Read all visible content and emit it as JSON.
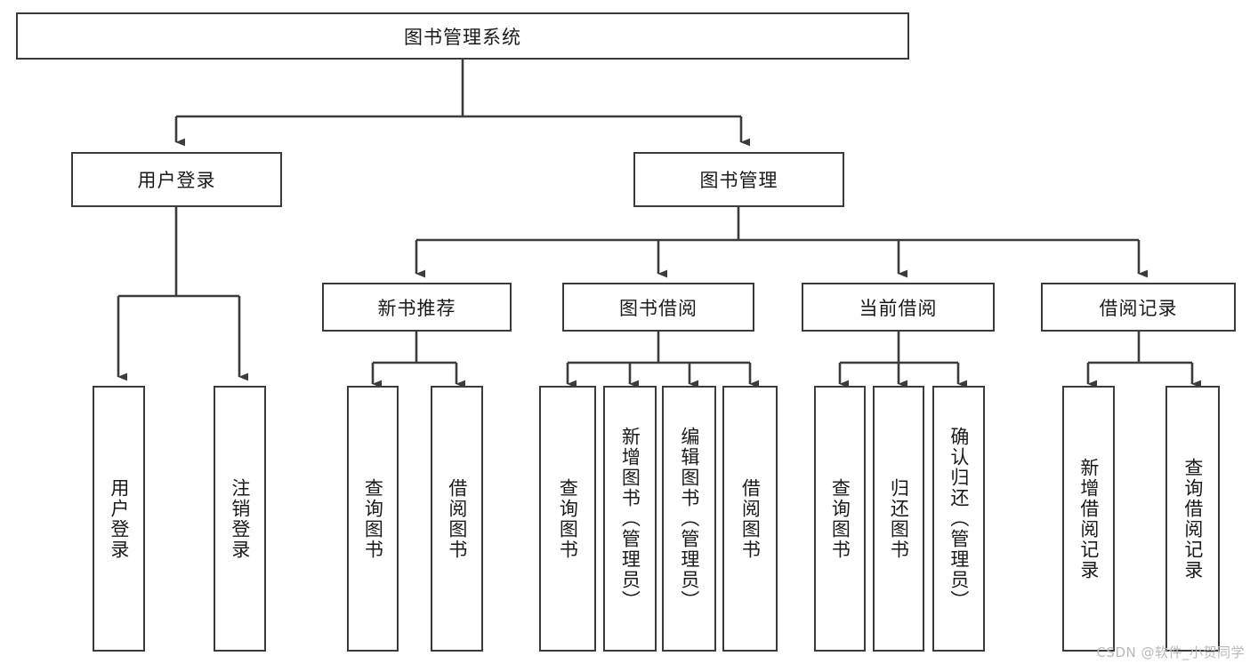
{
  "diagram": {
    "title": "图书管理系统",
    "type": "tree-hierarchy-diagram",
    "colors": {
      "box_border": "#3b3b3b",
      "box_fill": "#ffffff",
      "connector": "#3b3b3b",
      "text": "#1a1a1a",
      "watermark": "#b9b9b9",
      "background": "#ffffff"
    },
    "root": {
      "label": "图书管理系统"
    },
    "level2": [
      {
        "label": "用户登录"
      },
      {
        "label": "图书管理"
      }
    ],
    "level3": [
      {
        "label": "新书推荐"
      },
      {
        "label": "图书借阅"
      },
      {
        "label": "当前借阅"
      },
      {
        "label": "借阅记录"
      }
    ],
    "leaves": {
      "user_login": [
        {
          "label": "用户登录"
        },
        {
          "label": "注销登录"
        }
      ],
      "new_book_recommend": [
        {
          "label": "查询图书"
        },
        {
          "label": "借阅图书"
        }
      ],
      "book_borrow": [
        {
          "label": "查询图书"
        },
        {
          "label": "新增图书（管理员）"
        },
        {
          "label": "编辑图书（管理员）"
        },
        {
          "label": "借阅图书"
        }
      ],
      "current_borrow": [
        {
          "label": "查询图书"
        },
        {
          "label": "归还图书"
        },
        {
          "label": "确认归还（管理员）"
        }
      ],
      "borrow_record": [
        {
          "label": "新增借阅记录"
        },
        {
          "label": "查询借阅记录"
        }
      ]
    }
  },
  "watermark": {
    "text": "CSDN @软件_小贺同学"
  }
}
